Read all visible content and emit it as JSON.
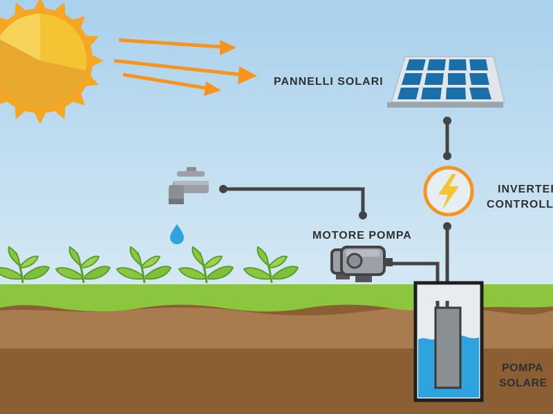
{
  "labels": {
    "solar_panels": "PANNELLI  SOLARI",
    "inverter_line1": "INVERTER",
    "inverter_line2": "CONTROLLER",
    "motor_pump": "MOTORE  POMPA",
    "solar_pump_line1": "POMPA",
    "solar_pump_line2": "SOLARE"
  },
  "colors": {
    "sky_top": "#a9d1ec",
    "sky_bottom": "#d6e9f4",
    "sun": "#f4c434",
    "sun_rays": "#f5a623",
    "arrows": "#f7941d",
    "panel_blue": "#1a6fa8",
    "grass": "#8cc63f",
    "soil_light": "#a97c50",
    "soil_dark": "#8b5e34",
    "water": "#2fa3e0",
    "pipe": "#444444",
    "inverter_ring": "#f7941d"
  },
  "icons": [
    "sun-icon",
    "solar-panel-icon",
    "lightning-icon",
    "faucet-icon",
    "water-drop-icon",
    "pump-motor-icon",
    "plant-icon",
    "well-icon"
  ]
}
